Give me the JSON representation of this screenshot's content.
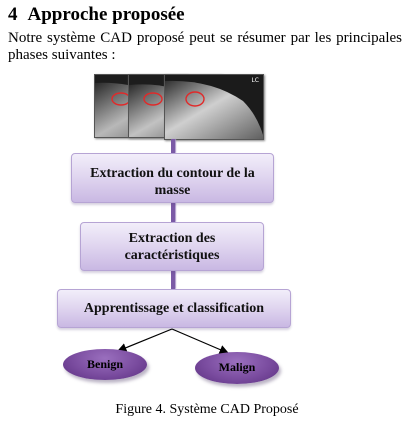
{
  "section": {
    "number": "4",
    "title": "Approche proposée"
  },
  "intro": "Notre système CAD proposé peut se résumer par les principales phases suivantes :",
  "figure": {
    "thumbnail_overlay_text": "LC",
    "steps": [
      {
        "label": "Extraction du contour de la masse"
      },
      {
        "label": "Extraction des caractéristiques"
      },
      {
        "label": "Apprentissage et classification"
      }
    ],
    "outcomes": [
      {
        "label": "Benign"
      },
      {
        "label": "Malign"
      }
    ],
    "caption": "Figure 4. Système CAD Proposé",
    "colors": {
      "box_fill": "#e1d7f0",
      "box_border": "#b6a4d4",
      "connector": "#7b5aa6",
      "oval_fill": "#7a4c9f",
      "contour": "#e02a2a"
    }
  }
}
